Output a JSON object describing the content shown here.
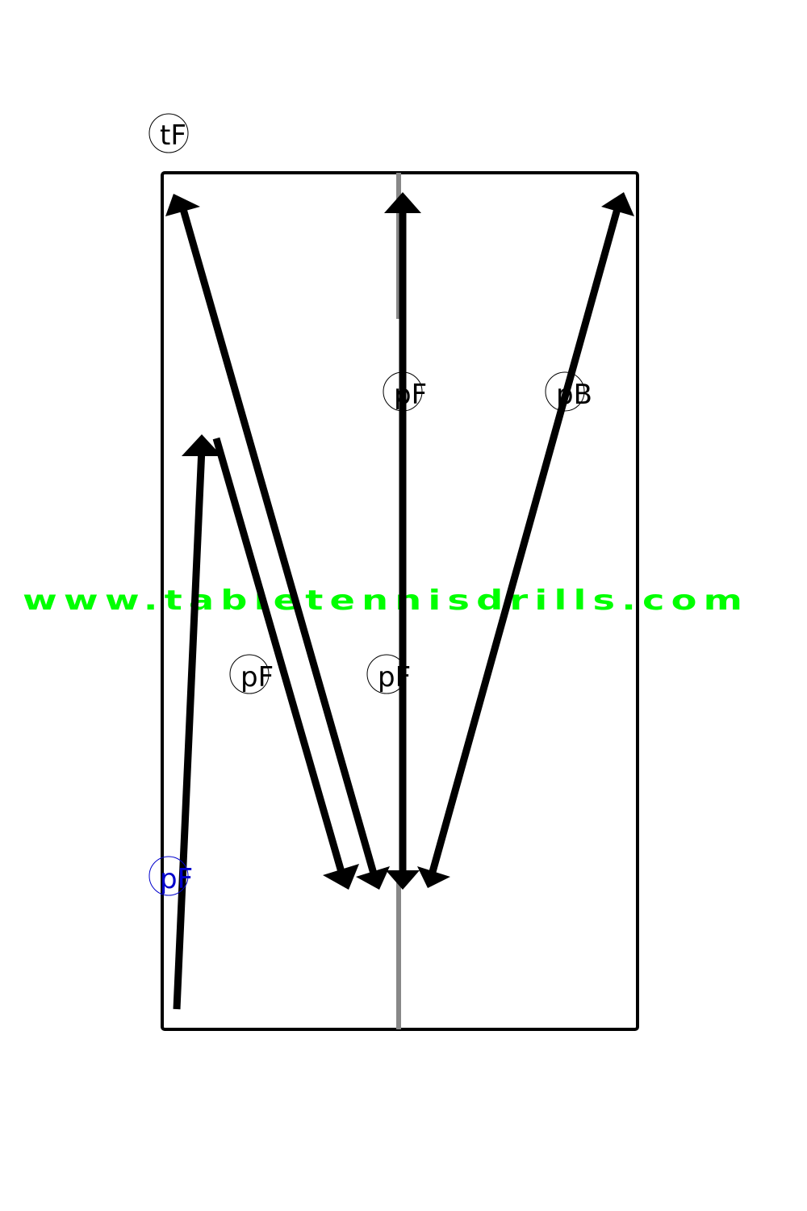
{
  "diagram": {
    "watermark": "www.tabletennisdrills.com",
    "colors": {
      "table_border": "#000000",
      "center_line": "#888888",
      "arrow": "#000000",
      "watermark": "#00ff00",
      "label_default": "#000000",
      "label_highlight": "#0000cc"
    },
    "labels": [
      {
        "id": "tf-top",
        "text": "tF",
        "color": "#000000"
      },
      {
        "id": "pf-upper-center",
        "text": "pF",
        "color": "#000000"
      },
      {
        "id": "pb-upper-right",
        "text": "pB",
        "color": "#000000"
      },
      {
        "id": "pf-mid-left",
        "text": "pF",
        "color": "#000000"
      },
      {
        "id": "pf-mid-center",
        "text": "pF",
        "color": "#000000"
      },
      {
        "id": "pf-lower-left",
        "text": "pF",
        "color": "#0000cc"
      }
    ]
  }
}
